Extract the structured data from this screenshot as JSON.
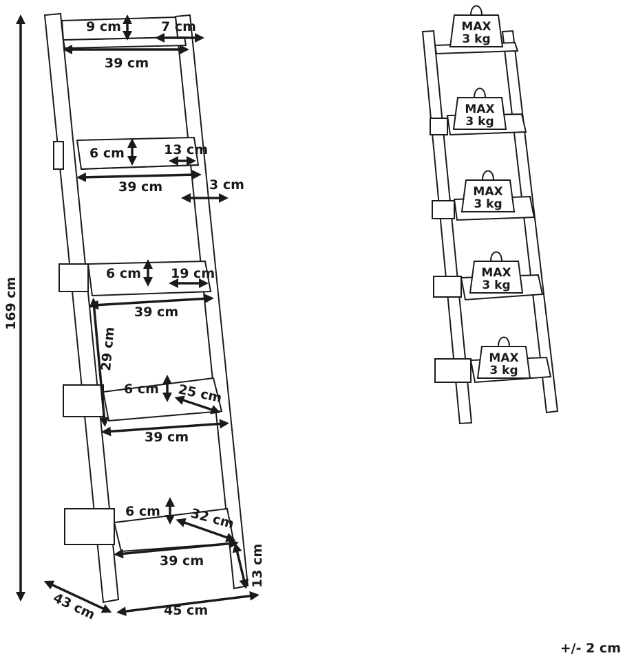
{
  "title": "Ladder shelf dimensions",
  "dimensions": {
    "height": "169 cm",
    "depth": "43 cm",
    "width": "45 cm",
    "foot_height": "13 cm",
    "rail_width": "3 cm",
    "shelf_spacing": "29 cm",
    "shelves": [
      {
        "rim": "9 cm",
        "depth": "7 cm",
        "width": "39 cm"
      },
      {
        "rim": "6 cm",
        "depth": "13 cm",
        "width": "39 cm"
      },
      {
        "rim": "6 cm",
        "depth": "19 cm",
        "width": "39 cm"
      },
      {
        "rim": "6 cm",
        "depth": "25 cm",
        "width": "39 cm"
      },
      {
        "rim": "6 cm",
        "depth": "32 cm",
        "width": "39 cm"
      }
    ]
  },
  "load": {
    "label": "MAX",
    "value": "3 kg"
  },
  "tolerance": "+/- 2 cm"
}
